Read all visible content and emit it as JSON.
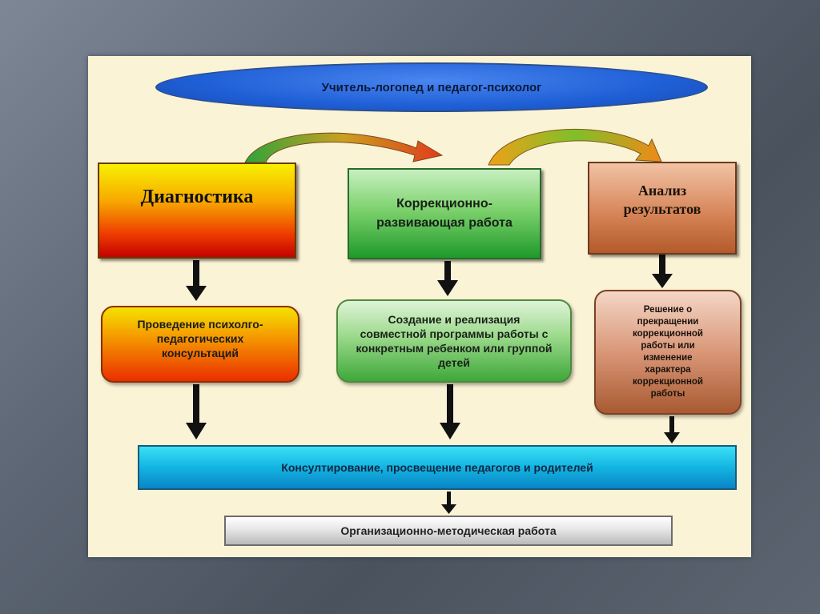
{
  "header": {
    "title": "Учитель-логопед и педагог-психолог"
  },
  "stages": [
    {
      "label": "Диагностика"
    },
    {
      "label": "Коррекционно-развивающая работа"
    },
    {
      "label": "Анализ результатов"
    }
  ],
  "actions": [
    {
      "label": "Проведение психолго-педагогических консультаций"
    },
    {
      "label": "Создание и реализация совместной программы работы с конкретным ребенком или группой детей"
    },
    {
      "label": "Решение о прекращении коррекционной работы или изменение характера коррекционной работы"
    }
  ],
  "bottom": {
    "consulting": "Консултирование, просвещение педагогов и родителей",
    "methodical": "Организационно-методическая работа"
  },
  "colors": {
    "slide_bg": "#fbf3d6",
    "ellipse": "#1f5fd6",
    "diagnostics": "#ee3d00",
    "correction": "#1f9a2a",
    "analysis": "#b35a2a",
    "consulting_bar": "#13b4e2",
    "methodical_bar": "#e6e6e6"
  }
}
